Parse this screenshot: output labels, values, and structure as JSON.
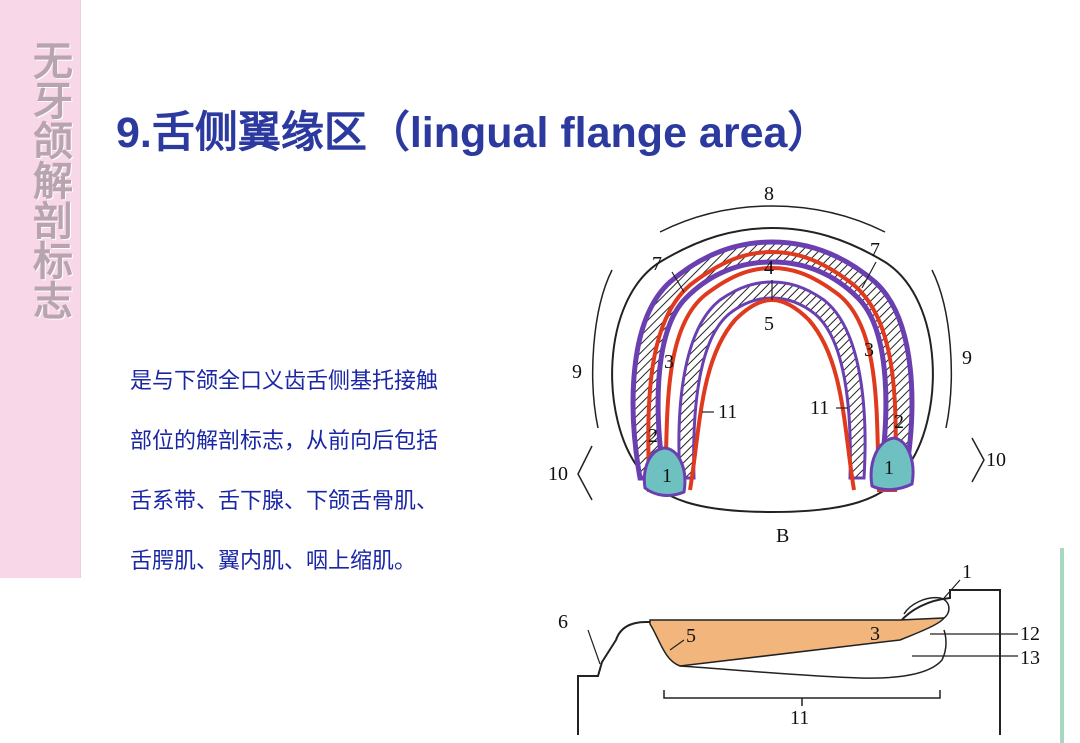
{
  "sidebar": {
    "title": "无牙颌解剖标志"
  },
  "title": "9.舌侧翼缘区（lingual flange area）",
  "body_lines": [
    "是与下颌全口义齿舌侧基托接触",
    "部位的解剖标志，从前向后包括",
    "舌系带、舌下腺、下颌舌骨肌、",
    "舌腭肌、翼内肌、咽上缩肌。"
  ],
  "diagram_top": {
    "view_label": "B",
    "labels": {
      "n8": "8",
      "n7_left": "7",
      "n7_right": "7",
      "n4": "4",
      "n5": "5",
      "n3_left": "3",
      "n3_right": "3",
      "n9_left": "9",
      "n9_right": "9",
      "n11_left": "11",
      "n11_right": "11",
      "n2_left": "2",
      "n2_right": "2",
      "n1_left": "1",
      "n1_right": "1",
      "n10_left": "10",
      "n10_right": "10"
    }
  },
  "diagram_bottom": {
    "labels": {
      "n1": "1",
      "n6": "6",
      "n5": "5",
      "n3": "3",
      "n12": "12",
      "n13": "13",
      "n11": "11"
    }
  },
  "colors": {
    "title": "#2c3aa0",
    "body_text": "#1a26a6",
    "sidebar_bg": "#f8d7e8",
    "sidebar_text": "#b8a4ae",
    "purple_band": "#6a3fb0",
    "red_outline": "#e03a1e",
    "teal": "#6fc0c0",
    "tan": "#f2b67c"
  }
}
